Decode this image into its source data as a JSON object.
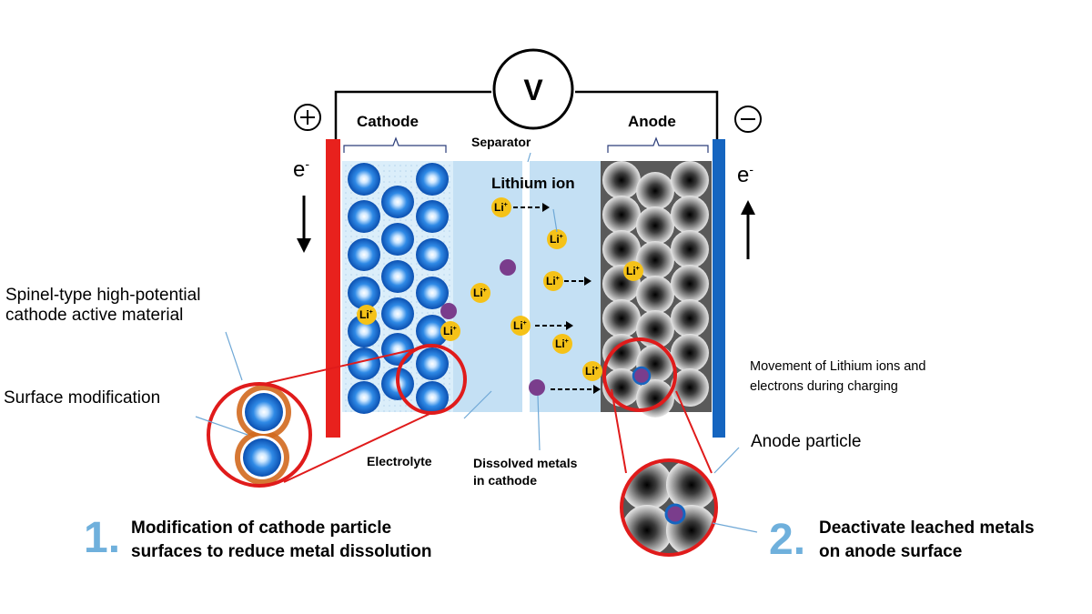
{
  "labels": {
    "voltmeter": "V",
    "plus": "+",
    "minus": "−",
    "electron_left": "e",
    "electron_right": "e",
    "electron_sup": "-",
    "cathode": "Cathode",
    "anode": "Anode",
    "separator": "Separator",
    "lithium_ion": "Lithium ion",
    "li_ion_symbol": "Li",
    "li_ion_sup": "+",
    "spinel_line1": "Spinel-type high-potential",
    "spinel_line2": "cathode active material",
    "surface_modification": "Surface modification",
    "electrolyte": "Electrolyte",
    "dissolved_line1": "Dissolved metals",
    "dissolved_line2": "in cathode",
    "anode_particle": "Anode particle",
    "movement_line1": "Movement of Lithium ions and",
    "movement_line2": "electrons during charging"
  },
  "steps": [
    {
      "number": "1.",
      "line1": "Modification of cathode particle",
      "line2": "surfaces to reduce metal dissolution"
    },
    {
      "number": "2.",
      "line1": "Deactivate leached metals",
      "line2": "on anode surface"
    }
  ],
  "colors": {
    "cathode_electrode": "#e8211d",
    "anode_electrode": "#1565c0",
    "electrolyte": "#c4e0f4",
    "anode_bg": "#5a5a5a",
    "callout_red": "#e01b1b",
    "li_ion": "#f5c218",
    "dissolved_metal": "#7a3d8c",
    "step_number": "#6fb0dc"
  }
}
